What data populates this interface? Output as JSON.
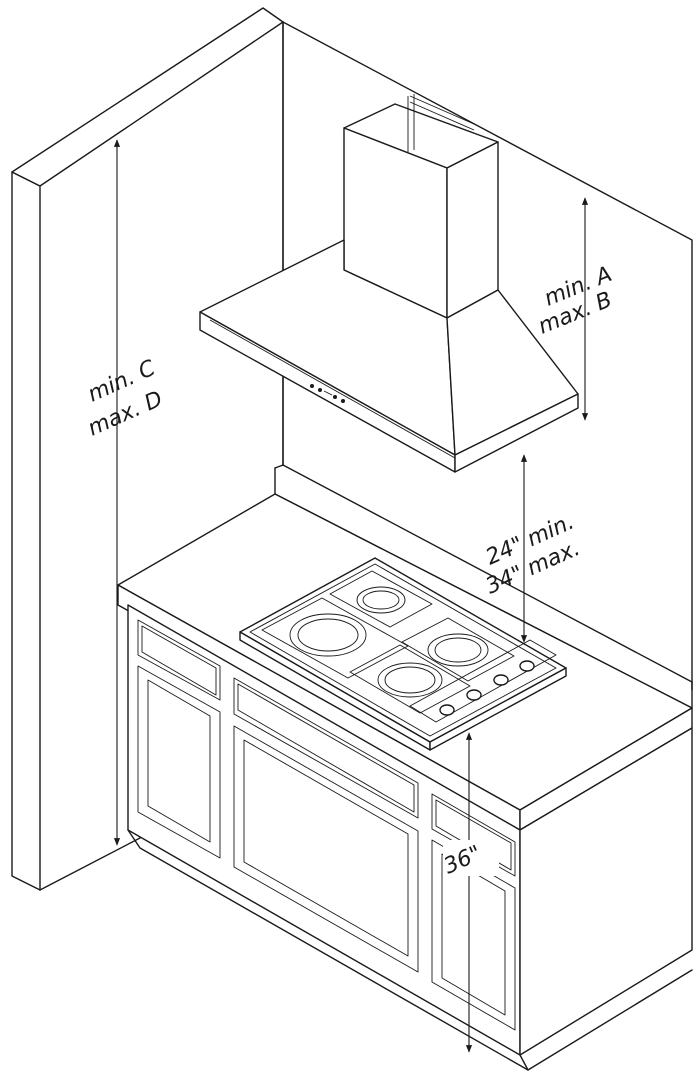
{
  "labels": {
    "hood_min": "min. A",
    "hood_max": "max. B",
    "ceiling_min": "min. C",
    "ceiling_max": "max. D",
    "clear_min": "24\" min.",
    "clear_max": "34\" max.",
    "counter_height": "36\""
  },
  "colors": {
    "line": "#1a1a1a",
    "background": "#ffffff"
  }
}
